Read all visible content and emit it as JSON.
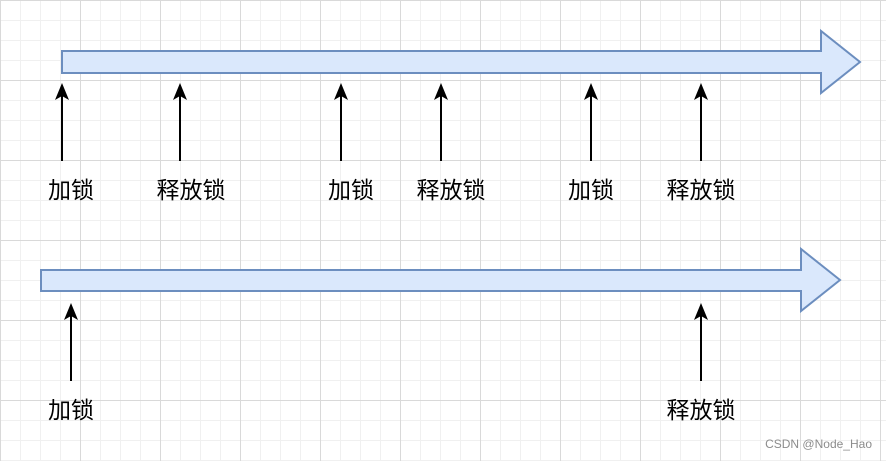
{
  "timelines": [
    {
      "events": [
        {
          "label": "加锁"
        },
        {
          "label": "释放锁"
        },
        {
          "label": "加锁"
        },
        {
          "label": "释放锁"
        },
        {
          "label": "加锁"
        },
        {
          "label": "释放锁"
        }
      ]
    },
    {
      "events": [
        {
          "label": "加锁"
        },
        {
          "label": "释放锁"
        }
      ]
    }
  ],
  "watermark": "CSDN @Node_Hao",
  "colors": {
    "timeline_fill": "#dae8fc",
    "timeline_stroke": "#6c8ebf",
    "marker_arrow": "#000000",
    "grid_major": "#d9d9d9",
    "grid_minor": "#f0f0f0"
  }
}
